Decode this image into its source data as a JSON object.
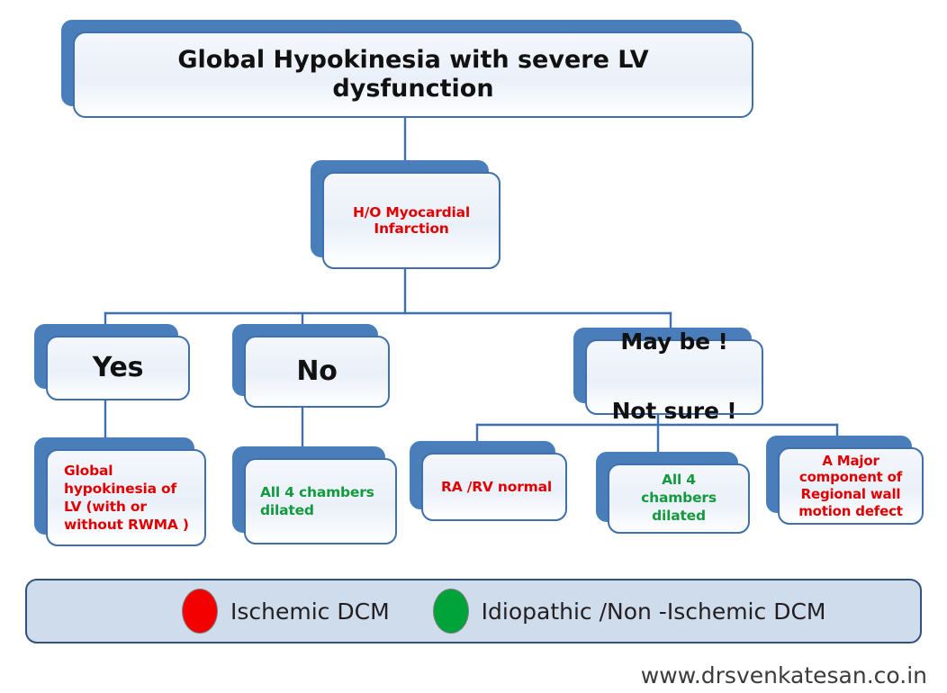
{
  "diagram": {
    "title_node": {
      "text": "Global  Hypokinesia  with severe LV dysfunction"
    },
    "decision_node": {
      "text": "H/O Myocardial\nInfarction"
    },
    "branches": {
      "yes": {
        "text": "Yes"
      },
      "no": {
        "text": "No"
      },
      "maybe": {
        "text": "May be !\n\nNot sure !"
      }
    },
    "outcomes": {
      "global_hypokinesia": {
        "text": "Global\nhypokinesia of\nLV  (with  or\nwithout RWMA )"
      },
      "all4_chambers_dilated_no": {
        "text": "All 4 chambers\ndilated"
      },
      "ra_rv_normal": {
        "text": "RA /RV normal"
      },
      "all4_chambers_dilated_maybe": {
        "text": "All  4\nchambers\ndilated"
      },
      "major_component_rwm": {
        "text": "A  Major\ncomponent of\nRegional wall\nmotion defect"
      }
    }
  },
  "legend": {
    "items": [
      {
        "marker": "red-circle-marker",
        "color": "#f40000",
        "label": "Ischemic DCM"
      },
      {
        "marker": "green-circle-marker",
        "color": "#00a23a",
        "label": "Idiopathic /Non -Ischemic DCM"
      }
    ]
  },
  "footer": {
    "website": "www.drsvenkatesan.co.in"
  },
  "colors": {
    "box_shadow_blue": "#4a7ebb",
    "box_border_blue": "#3f6fad",
    "box_face": "#eaf0f9",
    "connector_line": "#3f6fad",
    "ischemic_red": "#e00000",
    "non_ischemic_green": "#139a3e",
    "legend_fill": "#cfdcec",
    "legend_border": "#33527a",
    "text_dark": "#111111"
  }
}
